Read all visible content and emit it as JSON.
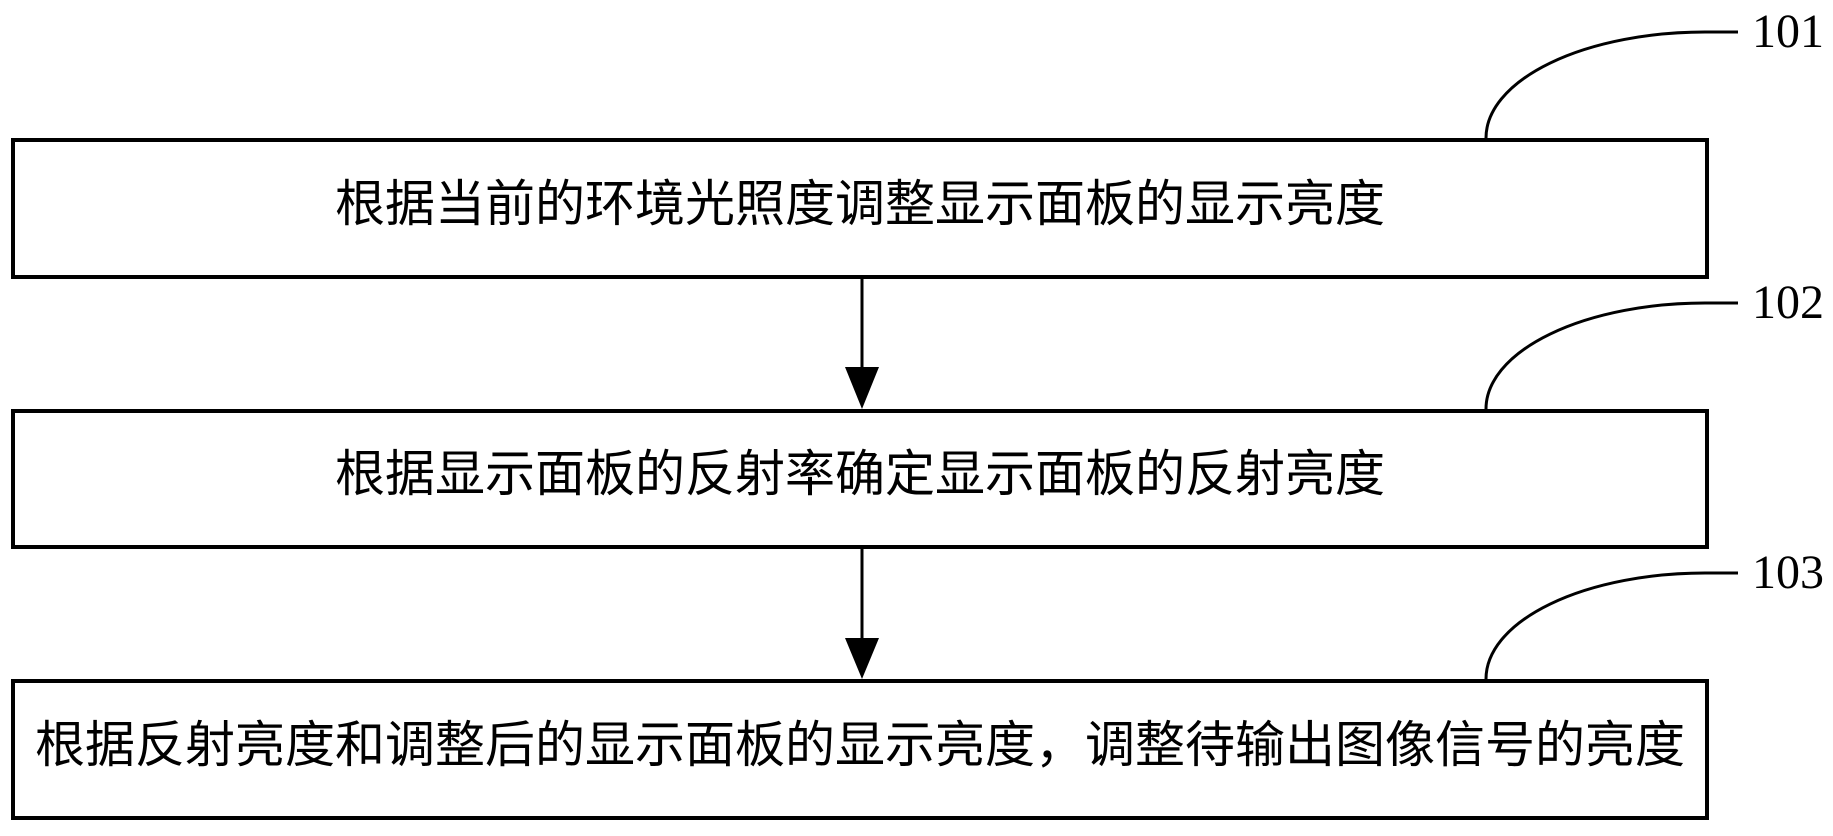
{
  "page": {
    "background_color": "#ffffff",
    "line_color": "#000000"
  },
  "flowchart": {
    "steps": [
      {
        "ref": "101",
        "text": "根据当前的环境光照度调整显示面板的显示亮度"
      },
      {
        "ref": "102",
        "text": "根据显示面板的反射率确定显示面板的反射亮度"
      },
      {
        "ref": "103",
        "text": "根据反射亮度和调整后的显示面板的显示亮度，调整待输出图像信号的亮度"
      }
    ],
    "icons": {
      "down-arrow": "filled-triangle-down",
      "leader-line": "curved-arc-to-reference-number"
    }
  }
}
